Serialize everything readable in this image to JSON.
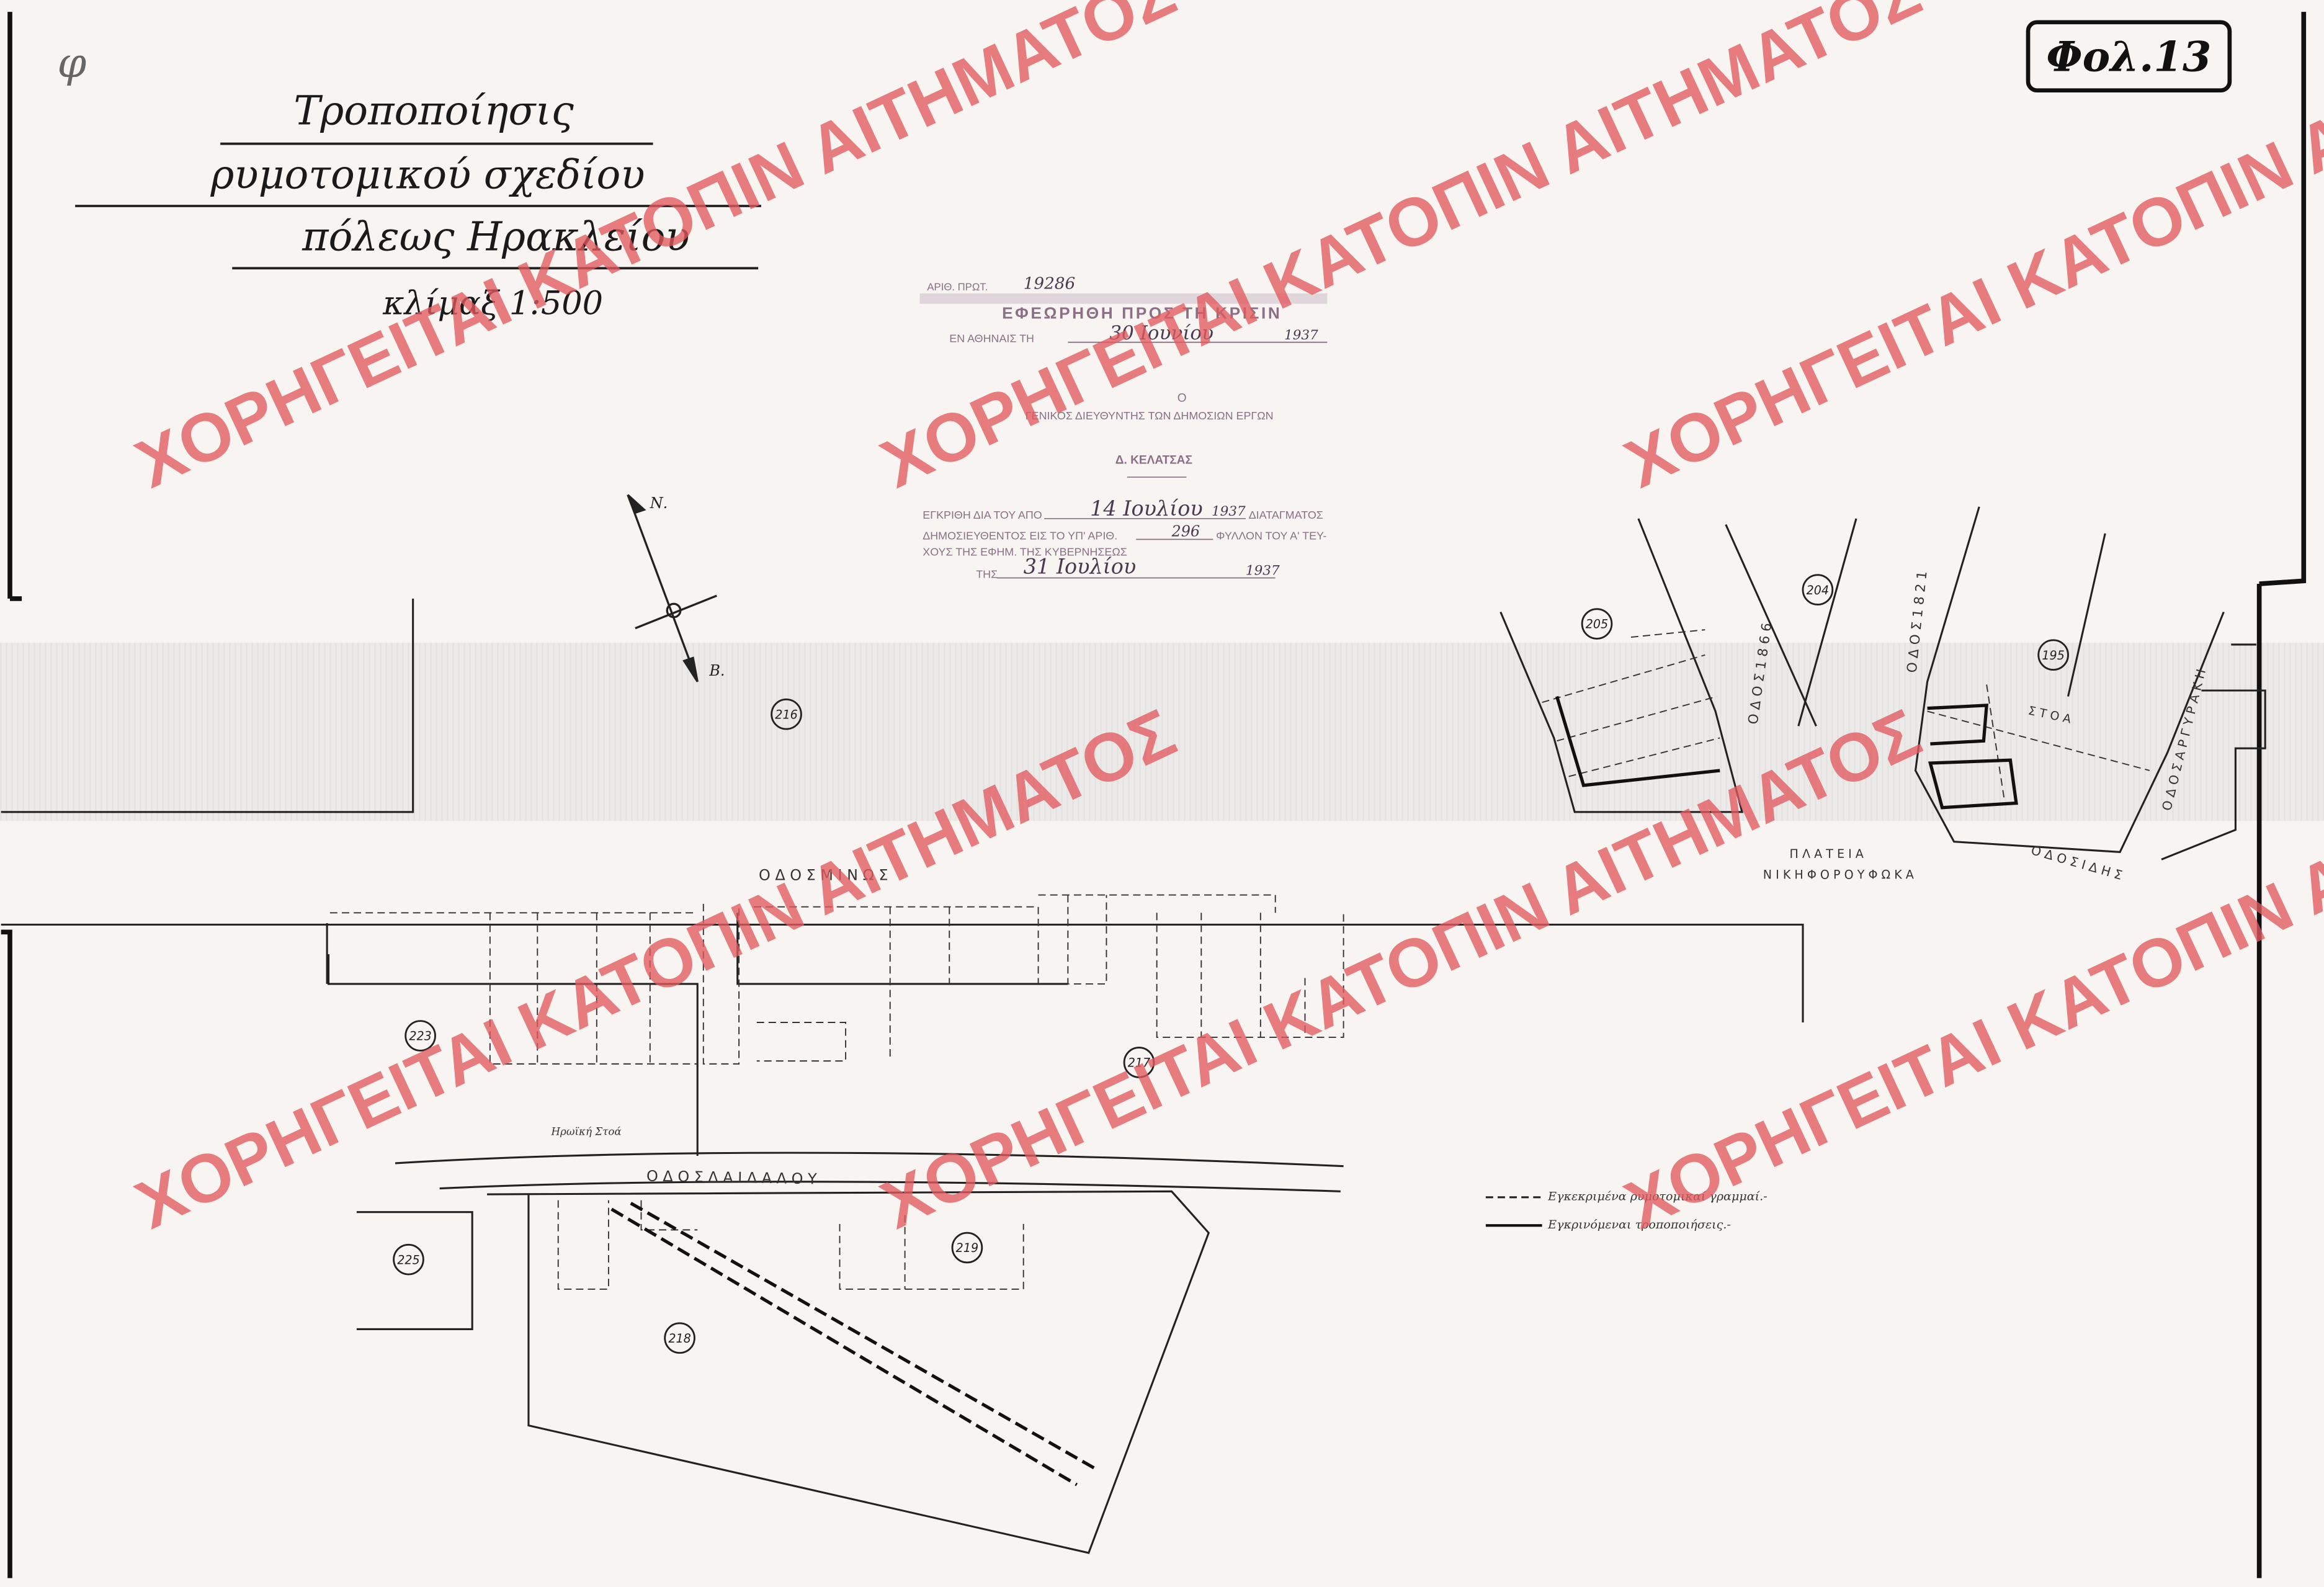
{
  "sheet_number": "Φολ.13",
  "title": {
    "line1": "Τροποποίησις",
    "line2": "ρυμοτομικού σχεδίου",
    "line3": "πόλεως Ηρακλείου",
    "scale": "κλίμαξ 1:500"
  },
  "compass": {
    "north": "Ν.",
    "south": "Β."
  },
  "stamp": {
    "protocol_prefix": "ΑΡΙΘ. ΠΡΩΤ.",
    "protocol_no": "19286",
    "headline": "ΕΦΕΩΡΗΘΗ ΠΡΟΣ ΤΗ ΚΡΙΣΙΝ",
    "athens_prefix": "ΕΝ ΑΘΗΝΑΙΣ ΤΗ",
    "athens_date": "30 Ιουνίου",
    "athens_year": "1937",
    "o": "Ο",
    "director": "ΓΕΝΙΚΟΣ ΔΙΕΥΘΥΝΤΗΣ ΤΩΝ ΔΗΜΟΣΙΩΝ ΕΡΓΩΝ",
    "signature": "Δ. ΚΕΛΑΤΣΑΣ",
    "approved_prefix": "ΕΓΚΡΙΘΗ ΔΙΑ ΤΟΥ ΑΠΟ",
    "approved_date": "14 Ιουλίου",
    "approved_year": "1937",
    "decree": "ΔΙΑΤΑΓΜΑΤΟΣ",
    "published_prefix": "ΔΗΜΟΣΙΕΥΘΕΝΤΟΣ ΕΙΣ ΤΟ ΥΠ' ΑΡΙΘ.",
    "published_no": "296",
    "sheet_label": "ΦΥΛΛΟΝ ΤΟΥ Α' ΤΕΥ-",
    "gazette": "ΧΟΥΣ ΤΗΣ ΕΦΗΜ. ΤΗΣ ΚΥΒΕΡΝΗΣΕΩΣ",
    "gazette_prefix": "ΤΗΣ",
    "gazette_date": "31 Ιουλίου",
    "gazette_year": "1937"
  },
  "streets": {
    "minos": "Ο Δ Ο Σ   Μ Ι Ν Ω Σ",
    "daidalou": "Ο Δ Ο Σ   Δ Α Ι Δ Α Λ Ο Υ",
    "odos_1866": "Ο Δ Ο Σ   1 8 6 6",
    "odos_1821": "Ο Δ Ο Σ   1 8 2 1",
    "argyraki": "Ο Δ Ο Σ   Α Ρ Γ Υ Ρ Α Κ Η",
    "idis": "Ο Δ Ο Σ   Ι Δ Η Σ",
    "plateia": "Π Λ Α Τ Ε Ι Α",
    "plateia_name": "Ν Ι Κ Η Φ Ο Ρ Ο Υ   Φ Ω Κ Α",
    "stoa": "Σ Τ Ο Α",
    "arcade": "Ηρωϊκή Στοά"
  },
  "blocks": [
    "216",
    "205",
    "204",
    "195",
    "223",
    "217",
    "225",
    "218",
    "219"
  ],
  "legend": {
    "existing": "Εγκεκριμένα ρυμοτομικαί γραμμαί.-",
    "modifications": "Εγκρινόμεναι τροποποιήσεις.-"
  },
  "watermark": "ΧΟΡΗΓΕΙΤΑΙ ΚΑΤΟΠΙΝ ΑΙΤΗΜΑΤΟΣ",
  "colors": {
    "paper": "#f8f4f1",
    "ink": "#2b2b2b",
    "watermark": "#e25a5f",
    "stamp": "#8a6f86"
  }
}
